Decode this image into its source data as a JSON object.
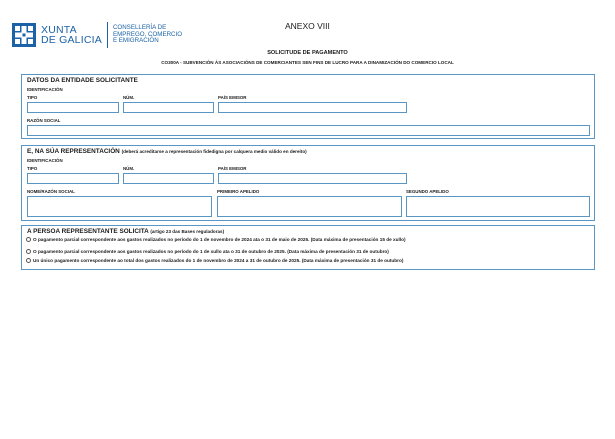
{
  "header": {
    "logo": {
      "line1": "XUNTA",
      "line2": "DE GALICIA"
    },
    "department": {
      "line1": "CONSELLERÍA DE",
      "line2": "EMPREGO, COMERCIO",
      "line3": "E EMIGRACIÓN"
    },
    "annex": "ANEXO VIII",
    "title": "SOLICITUDE DE PAGAMENTO",
    "subtitle": "CO300A - SUBVENCIÓN ÁS ASOCIACIÓNS DE COMERCIANTES SEN FINS DE LUCRO PARA A DINAMIZACIÓN DO COMERCIO LOCAL"
  },
  "applicant": {
    "title": "DATOS DA ENTIDADE SOLICITANTE",
    "identification": "IDENTIFICACIÓN",
    "type_label": "TIPO",
    "number_label": "NÚM.",
    "country_label": "PAÍS EMISOR",
    "company_label": "RAZÓN SOCIAL",
    "type": "",
    "number": "",
    "country": "",
    "company": ""
  },
  "representative": {
    "title": "E, NA SÚA REPRESENTACIÓN",
    "note": "(deberá acreditarse a representación fidedigna por calquera medio válido en dereito)",
    "identification": "IDENTIFICACIÓN",
    "type_label": "TIPO",
    "number_label": "NÚM.",
    "country_label": "PAÍS EMISOR",
    "name_label": "NOME/RAZÓN SOCIAL",
    "surname1_label": "PRIMEIRO APELIDO",
    "surname2_label": "SEGUNDO APELIDO",
    "type": "",
    "number": "",
    "country": "",
    "name": "",
    "surname1": "",
    "surname2": ""
  },
  "request": {
    "title": "A PERSOA REPRESENTANTE SOLICITA",
    "note": "(artigo 23 das Bases reguladoras)",
    "options": [
      {
        "label": "O pagamento parcial correspondente aos gastos realizados no período do 1 de novembro de 2024 ata o 31 de maio de 2025. (Data máxima de presentación 15 de xullo)"
      },
      {
        "label": "O pagamento parcial correspondente aos gastos realizados no período do 1 de xullo ata o 31 de outubro de 2025. (Data máxima de presentación 31 de outubro)"
      },
      {
        "label": "Un único pagamento correspondente ao total dos gastos realizados do 1 de novembro de 2024 a 31 de outubro de 2025. (Data máxima de presentación 31 de outubro)"
      }
    ]
  }
}
